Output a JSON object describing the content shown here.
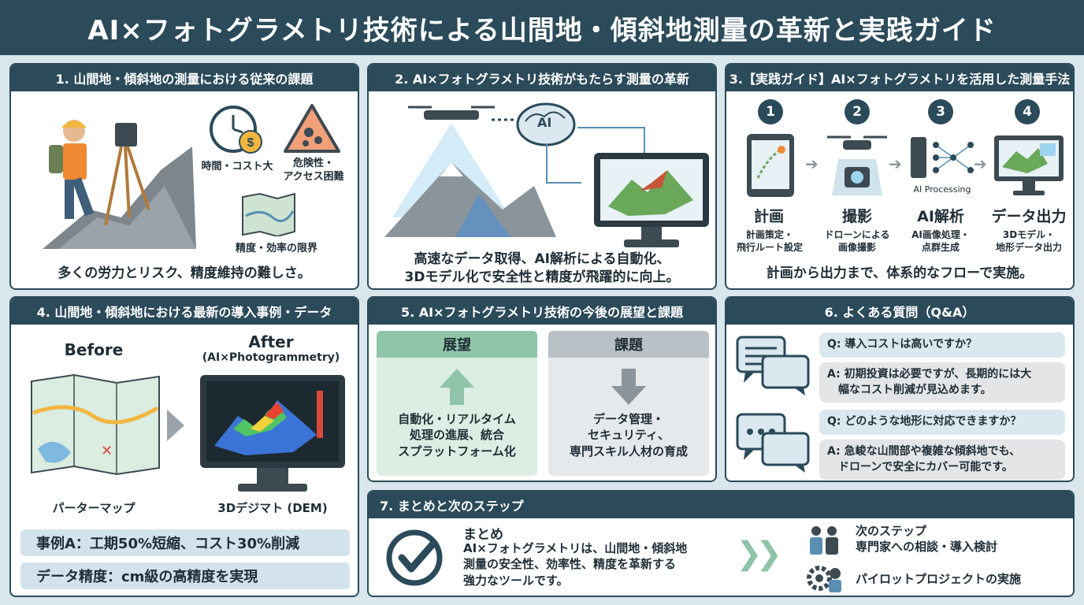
{
  "title": "AI×フォトグラメトリ技術による山間地・傾斜地測量の革新と実践ガイド",
  "panel1": {
    "heading": "1. 山間地・傾斜地の測量における従来の課題",
    "icon1_label": "時間・コスト大",
    "icon2_label": "危険性・\nアクセス困難",
    "icon3_label": "精度・効率の限界",
    "caption": "多くの労力とリスク、精度維持の難しさ。"
  },
  "panel2": {
    "heading": "2. AI×フォトグラメトリ技術がもたらす測量の革新",
    "ai_label": "AI",
    "caption": "高速なデータ取得、AI解析による自動化、\n3Dモデル化で安全性と精度が飛躍的に向上。"
  },
  "panel3": {
    "heading": "3.【実践ガイド】AI×フォトグラメトリを活用した測量手法",
    "steps": [
      {
        "num": "1",
        "title": "計画",
        "desc": "計画策定・\n飛行ルート設定"
      },
      {
        "num": "2",
        "title": "撮影",
        "desc": "ドローンによる\n画像撮影"
      },
      {
        "num": "3",
        "title": "AI解析",
        "desc": "AI画像処理・\n点群生成",
        "extra": "AI Processing"
      },
      {
        "num": "4",
        "title": "データ出力",
        "desc": "3Dモデル・\n地形データ出力"
      }
    ],
    "caption": "計画から出力まで、体系的なフローで実施。"
  },
  "panel4": {
    "heading": "4. 山間地・傾斜地における最新の導入事例・データ",
    "before_label": "Before",
    "after_label": "After",
    "after_sub": "(AI×Photogrammetry)",
    "map_label": "パーターマップ",
    "dem_label": "3Dデジマト (DEM)",
    "case_a": "事例A：工期50%短縮、コスト30%削減",
    "accuracy": "データ精度：cm級の高精度を実現"
  },
  "panel5": {
    "heading": "5. AI×フォトグラメトリ技術の今後の展望と課題",
    "outlook_title": "展望",
    "outlook_text": "自動化・リアルタイム\n処理の進展、統合\nスプラットフォーム化",
    "issues_title": "課題",
    "issues_text": "データ管理・\nセキュリティ、\n専門スキル人材の育成"
  },
  "panel6": {
    "heading": "6. よくある質問（Q&A）",
    "q1": "Q: 導入コストは高いですか？",
    "a1": "A: 初期投資は必要ですが、長期的には大\n　幅なコスト削減が見込めます。",
    "q2": "Q: どのような地形に対応できますか？",
    "a2": "A: 急峻な山間部や複雑な傾斜地でも、\n　ドローンで安全にカバー可能です。"
  },
  "panel7": {
    "heading": "7. まとめと次のステップ",
    "summary_title": "まとめ",
    "summary_text": "AI×フォトグラメトリは、山間地・傾斜地\n測量の安全性、効率性、精度を革新する\n強力なツールです。",
    "next1": "次のステップ\n専門家への相談・導入検討",
    "next2": "パイロットプロジェクトの実施"
  },
  "colors": {
    "header": "#2b4a5a",
    "outlook": "#8fc4a8",
    "issues": "#b9c1c7"
  }
}
